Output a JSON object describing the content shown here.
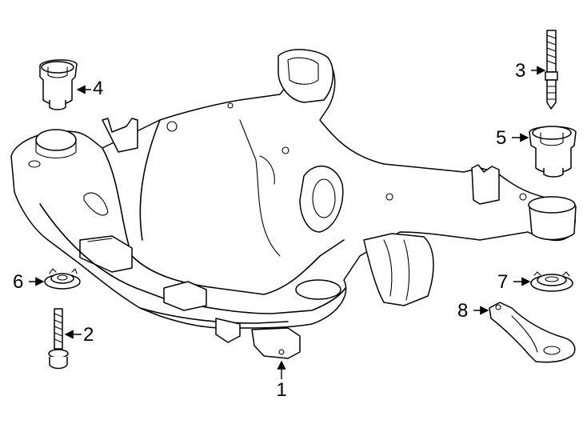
{
  "callouts": [
    {
      "id": "1",
      "label": "1"
    },
    {
      "id": "2",
      "label": "2"
    },
    {
      "id": "3",
      "label": "3"
    },
    {
      "id": "4",
      "label": "4"
    },
    {
      "id": "5",
      "label": "5"
    },
    {
      "id": "6",
      "label": "6"
    },
    {
      "id": "7",
      "label": "7"
    },
    {
      "id": "8",
      "label": "8"
    }
  ],
  "parts": [
    {
      "callout": "1",
      "icon": "subframe-crossmember"
    },
    {
      "callout": "2",
      "icon": "bolt"
    },
    {
      "callout": "3",
      "icon": "stud-bolt"
    },
    {
      "callout": "4",
      "icon": "bushing"
    },
    {
      "callout": "5",
      "icon": "bushing"
    },
    {
      "callout": "6",
      "icon": "stopper-washer"
    },
    {
      "callout": "7",
      "icon": "stopper-washer"
    },
    {
      "callout": "8",
      "icon": "brace"
    }
  ]
}
